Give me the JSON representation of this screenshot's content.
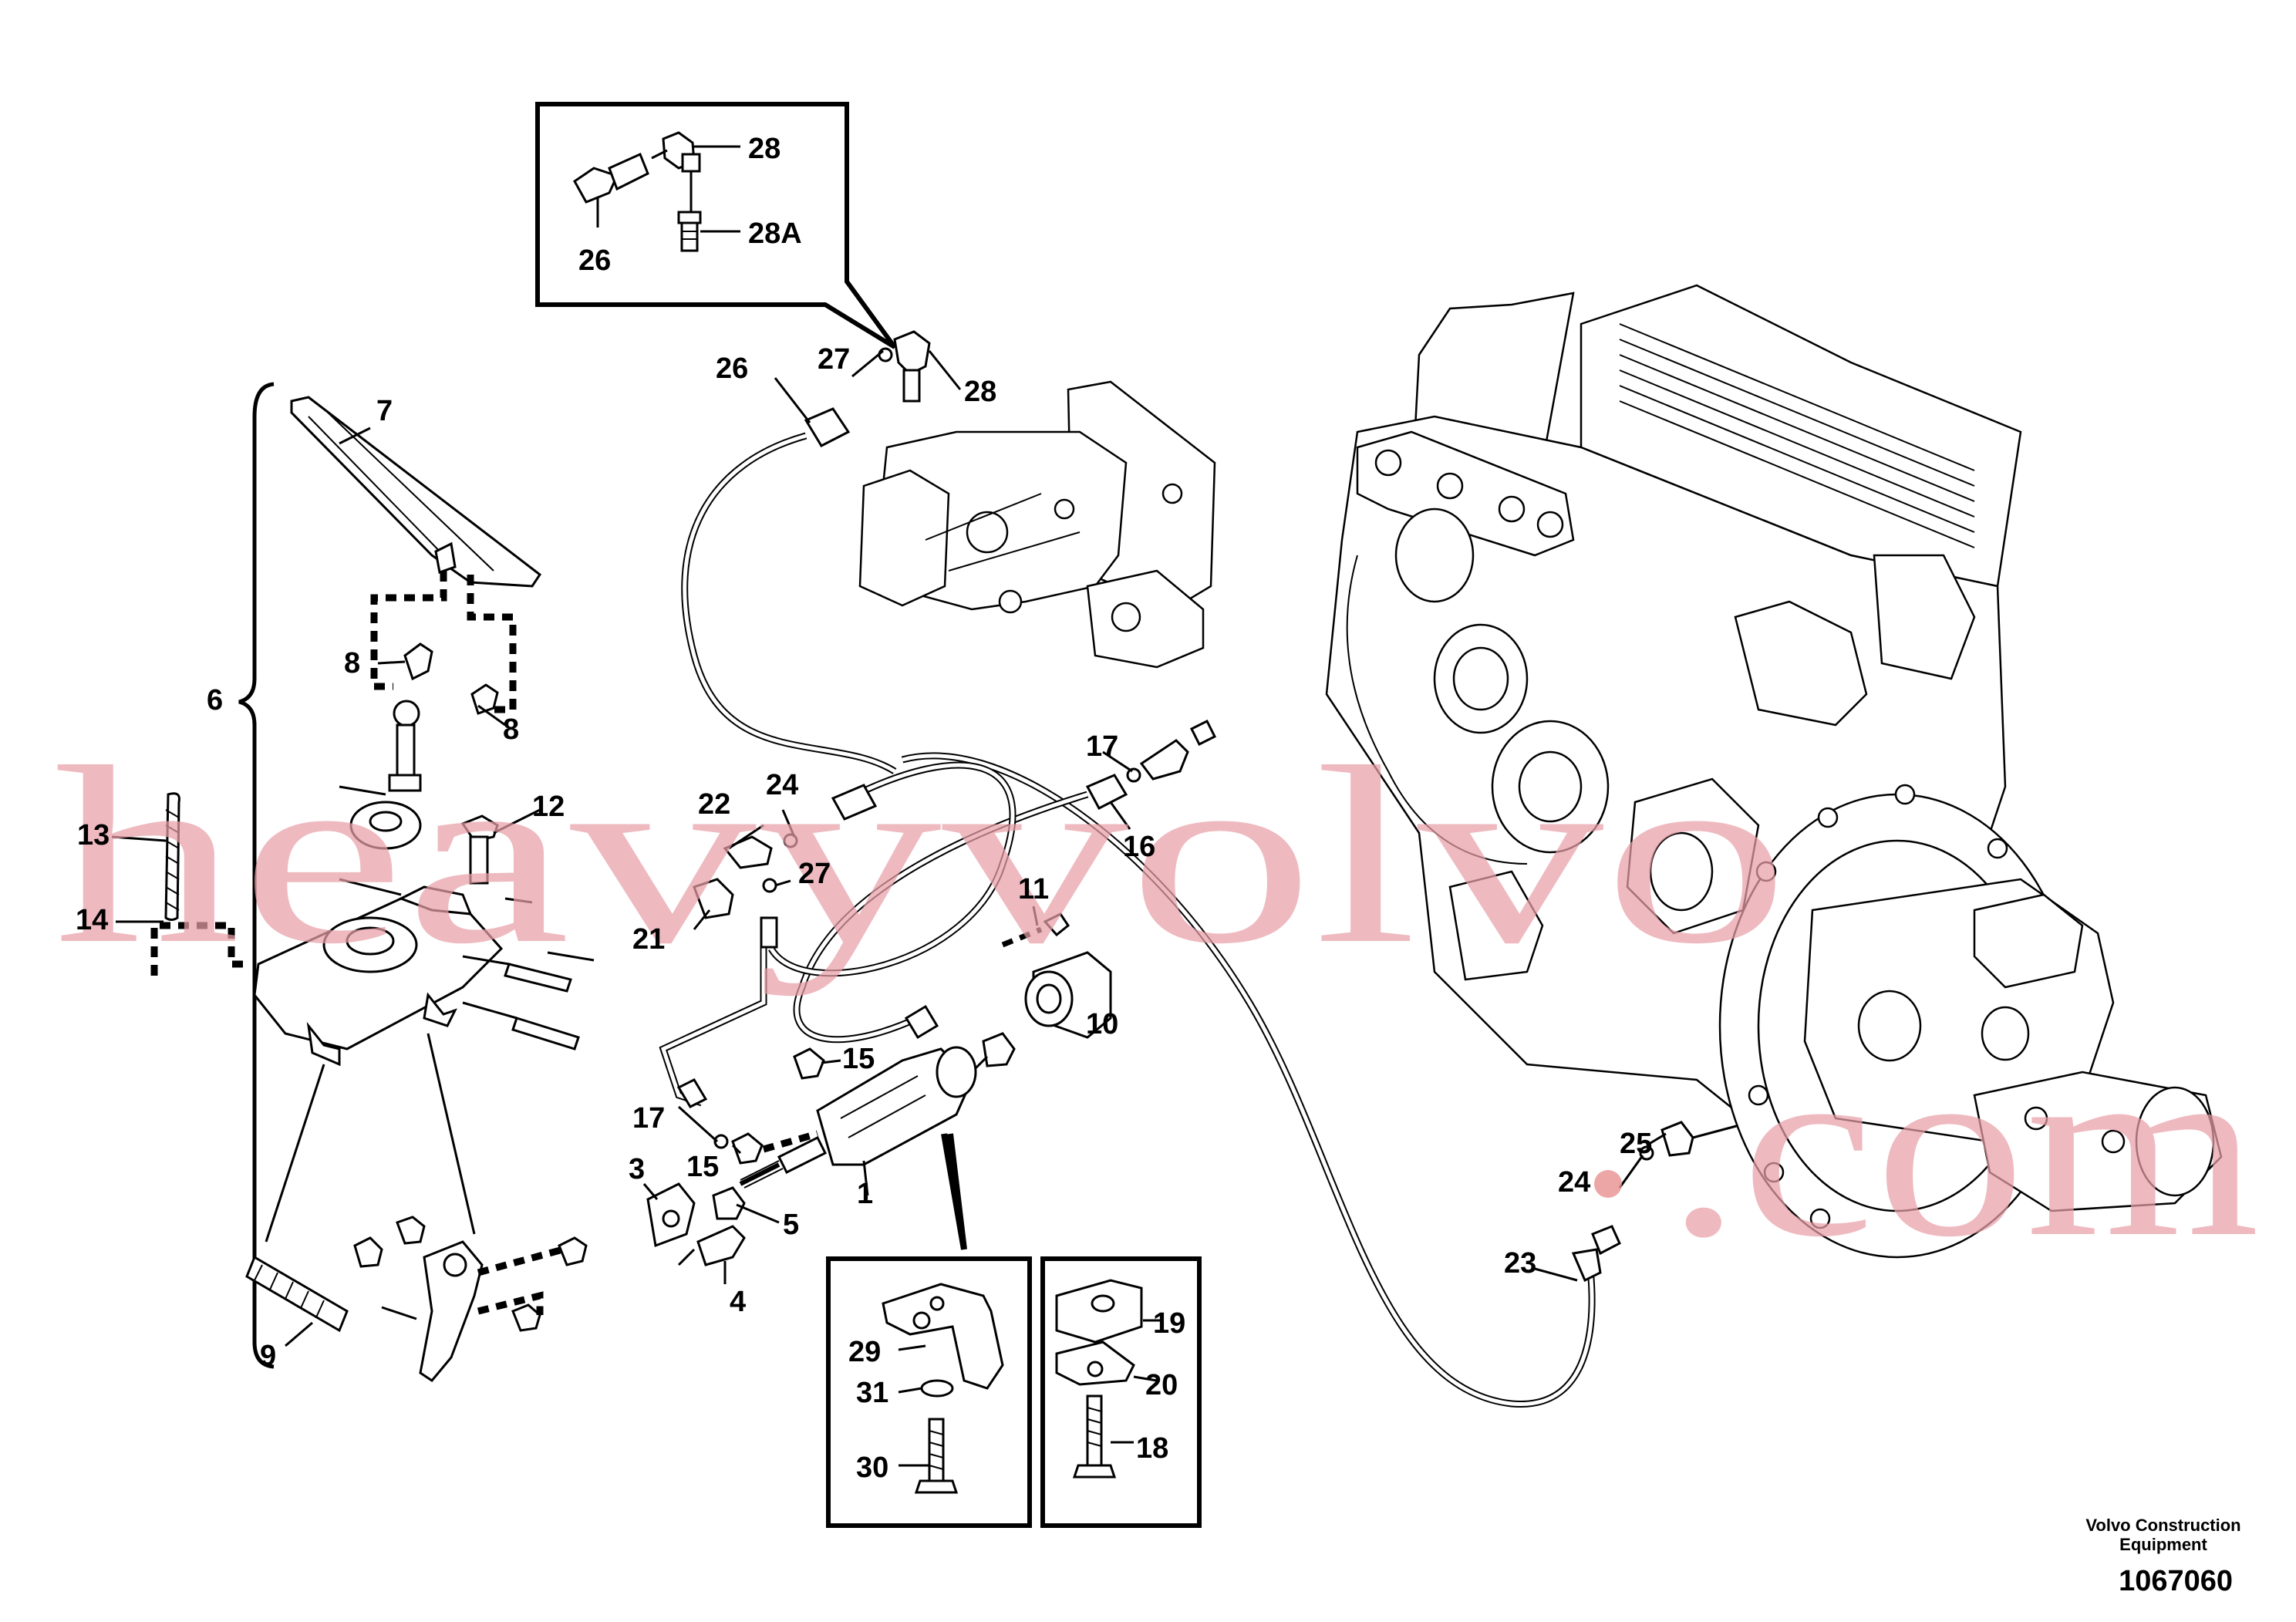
{
  "callouts": {
    "c1": "1",
    "c3": "3",
    "c4": "4",
    "c5": "5",
    "c6": "6",
    "c7": "7",
    "c8a": "8",
    "c8b": "8",
    "c9": "9",
    "c10": "10",
    "c11": "11",
    "c12": "12",
    "c13": "13",
    "c14": "14",
    "c15a": "15",
    "c15b": "15",
    "c16": "16",
    "c17a": "17",
    "c17b": "17",
    "c18": "18",
    "c19": "19",
    "c20": "20",
    "c21": "21",
    "c22": "22",
    "c23": "23",
    "c24a": "24",
    "c24b": "24",
    "c25": "25",
    "c26a": "26",
    "c26b": "26",
    "c27a": "27",
    "c27b": "27",
    "c28a": "28",
    "c28b": "28",
    "c28A": "28A",
    "c29": "29",
    "c30": "30",
    "c31": "31"
  },
  "footer": {
    "company_line1": "Volvo Construction",
    "company_line2": "Equipment",
    "drawing_number": "1067060"
  },
  "watermark": {
    "line1": "heavyvolvo",
    "line2": ".com"
  },
  "colors": {
    "watermark": "#e8a0a8",
    "lines": "#000000",
    "background": "#ffffff"
  }
}
